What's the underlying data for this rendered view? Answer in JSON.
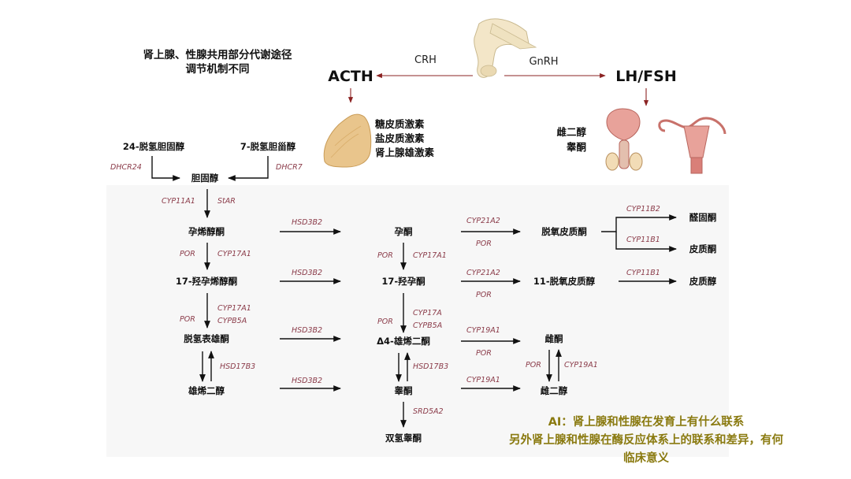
{
  "header_note": [
    "肾上腺、性腺共用部分代谢途径",
    "调节机制不同"
  ],
  "hubs": {
    "acth": "ACTH",
    "lhfsh": "LH/FSH",
    "crh": "CRH",
    "gnrh": "GnRH"
  },
  "adrenal_hormones": [
    "糖皮质激素",
    "盐皮质激素",
    "肾上腺雄激素"
  ],
  "gonad_hormones": [
    "雌二醇",
    "睾酮"
  ],
  "nodes": {
    "dehydrocholesterol24": "24-脱氢胆固醇",
    "dehydrocholesterol7": "7-脱氢胆甾醇",
    "cholesterol": "胆固醇",
    "pregnenolone": "孕烯醇酮",
    "oh17_pregnenolone": "17-羟孕烯醇酮",
    "dhea": "脱氢表雄酮",
    "androstenediol": "雄烯二醇",
    "progesterone": "孕酮",
    "oh17_progesterone": "17-羟孕酮",
    "androstenedione": "Δ4-雄烯二酮",
    "testosterone": "睾酮",
    "dht": "双氢睾酮",
    "deoxycorticosterone": "脱氧皮质酮",
    "deoxycortisol11": "11-脱氧皮质醇",
    "estrone": "雌酮",
    "estradiol": "雌二醇",
    "aldosterone": "醛固酮",
    "corticosterone": "皮质酮",
    "cortisol": "皮质醇"
  },
  "enzymes": {
    "dhcr24": "DHCR24",
    "dhcr7": "DHCR7",
    "cyp11a1": "CYP11A1",
    "star": "StAR",
    "por": "POR",
    "cyp17a1": "CYP17A1",
    "cyp17a": "CYP17A",
    "cypb5a": "CYPB5A",
    "hsd3b2": "HSD3B2",
    "hsd17b3": "HSD17B3",
    "srd5a2": "SRD5A2",
    "cyp21a2": "CYP21A2",
    "cyp19a1": "CYP19A1",
    "cyp11b2": "CYP11B2",
    "cyp11b1": "CYP11B1"
  },
  "ai_note": [
    "AI：肾上腺和性腺在发育上有什么联系",
    "另外肾上腺和性腺在酶反应体系上的联系和差异，有何",
    "临床意义"
  ],
  "colors": {
    "text": "#111111",
    "enzyme": "#8a3a48",
    "hub_arrow": "#8b2323",
    "note": "#8a7a10",
    "adrenal": "#e9c58c",
    "reproductive": "#e8a29a"
  }
}
